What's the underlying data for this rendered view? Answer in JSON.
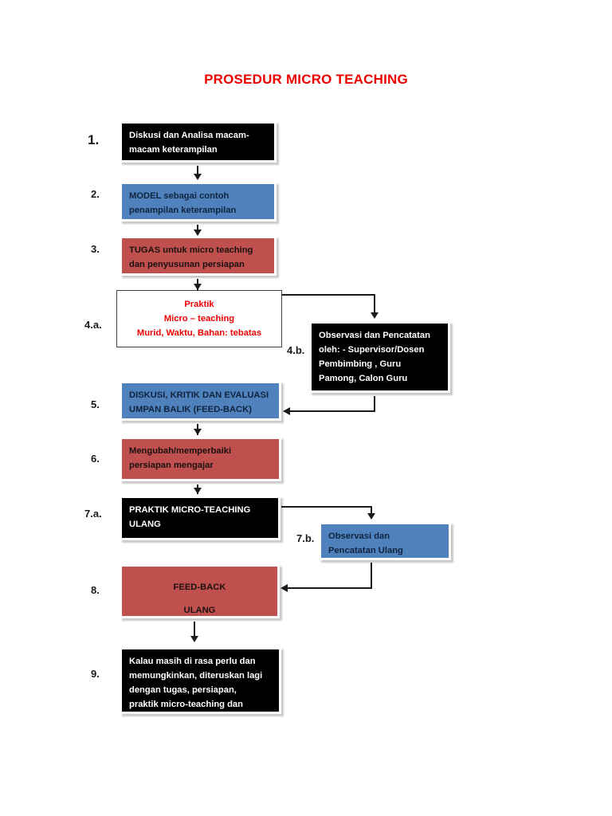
{
  "document": {
    "title": "PROSEDUR MICRO TEACHING",
    "title_color": "#ee0000"
  },
  "palette": {
    "black": "#000000",
    "blue": "#4f81bd",
    "red": "#c0504d",
    "white": "#ffffff",
    "red_text": "#ee0000",
    "line": "#1a1a1a"
  },
  "steps": [
    {
      "number": "1.",
      "style": "black",
      "lines": [
        "Diskusi dan Analisa macam-",
        "macam keterampilan"
      ]
    },
    {
      "number": "2.",
      "style": "blue",
      "lines": [
        "MODEL sebagai contoh",
        "penampilan keterampilan"
      ]
    },
    {
      "number": "3.",
      "style": "red",
      "lines": [
        "TUGAS untuk micro teaching",
        "dan penyusunan persiapan"
      ]
    },
    {
      "number": "4.a.",
      "style": "white",
      "lines": [
        "Praktik",
        "Micro – teaching",
        "Murid, Waktu, Bahan: tebatas"
      ]
    },
    {
      "number": "4.b.",
      "style": "black",
      "lines": [
        "Observasi dan Pencatatan",
        "oleh: - Supervisor/Dosen",
        "Pembimbing , Guru",
        "Pamong, Calon Guru"
      ]
    },
    {
      "number": "5.",
      "style": "blue",
      "lines": [
        "DISKUSI, KRITIK DAN EVALUASI",
        "UMPAN BALIK (FEED-BACK)"
      ]
    },
    {
      "number": "6.",
      "style": "red",
      "lines": [
        "Mengubah/memperbaiki",
        "persiapan mengajar"
      ]
    },
    {
      "number": "7.a.",
      "style": "black",
      "lines": [
        "PRAKTIK MICRO-TEACHING",
        "ULANG"
      ]
    },
    {
      "number": "7.b.",
      "style": "blue",
      "lines": [
        "Observasi dan",
        "Pencatatan Ulang"
      ]
    },
    {
      "number": "8.",
      "style": "red",
      "lines": [
        "FEED-BACK",
        "ULANG"
      ]
    },
    {
      "number": "9.",
      "style": "black",
      "lines": [
        "Kalau masih di rasa perlu dan",
        "memungkinkan, diteruskan lagi",
        "dengan tugas, persiapan,",
        "praktik micro-teaching dan"
      ]
    }
  ]
}
